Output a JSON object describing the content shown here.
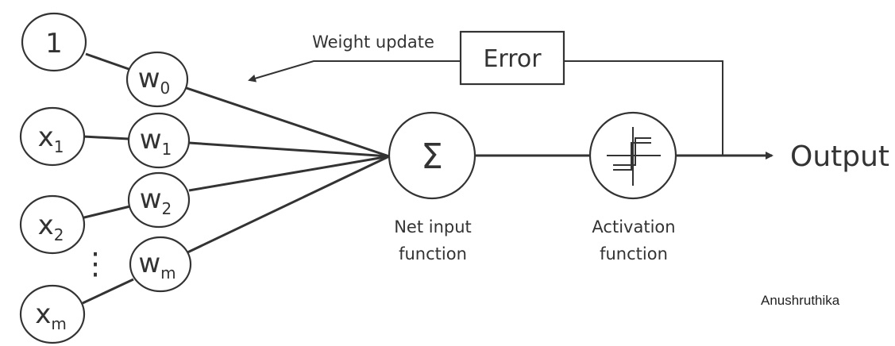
{
  "inputs": [
    {
      "symbol": "1",
      "subscript": ""
    },
    {
      "symbol": "x",
      "subscript": "1"
    },
    {
      "symbol": "x",
      "subscript": "2"
    },
    {
      "symbol": "x",
      "subscript": "m"
    }
  ],
  "weights": [
    {
      "symbol": "w",
      "subscript": "0"
    },
    {
      "symbol": "w",
      "subscript": "1"
    },
    {
      "symbol": "w",
      "subscript": "2"
    },
    {
      "symbol": "w",
      "subscript": "m"
    }
  ],
  "ellipsis": "⋮",
  "summation_symbol": "Σ",
  "net_input_label": [
    "Net input",
    "function"
  ],
  "activation_label": [
    "Activation",
    "function"
  ],
  "error_label": "Error",
  "weight_update_label": "Weight update",
  "output_label": "Output",
  "credit": "Anushruthika"
}
